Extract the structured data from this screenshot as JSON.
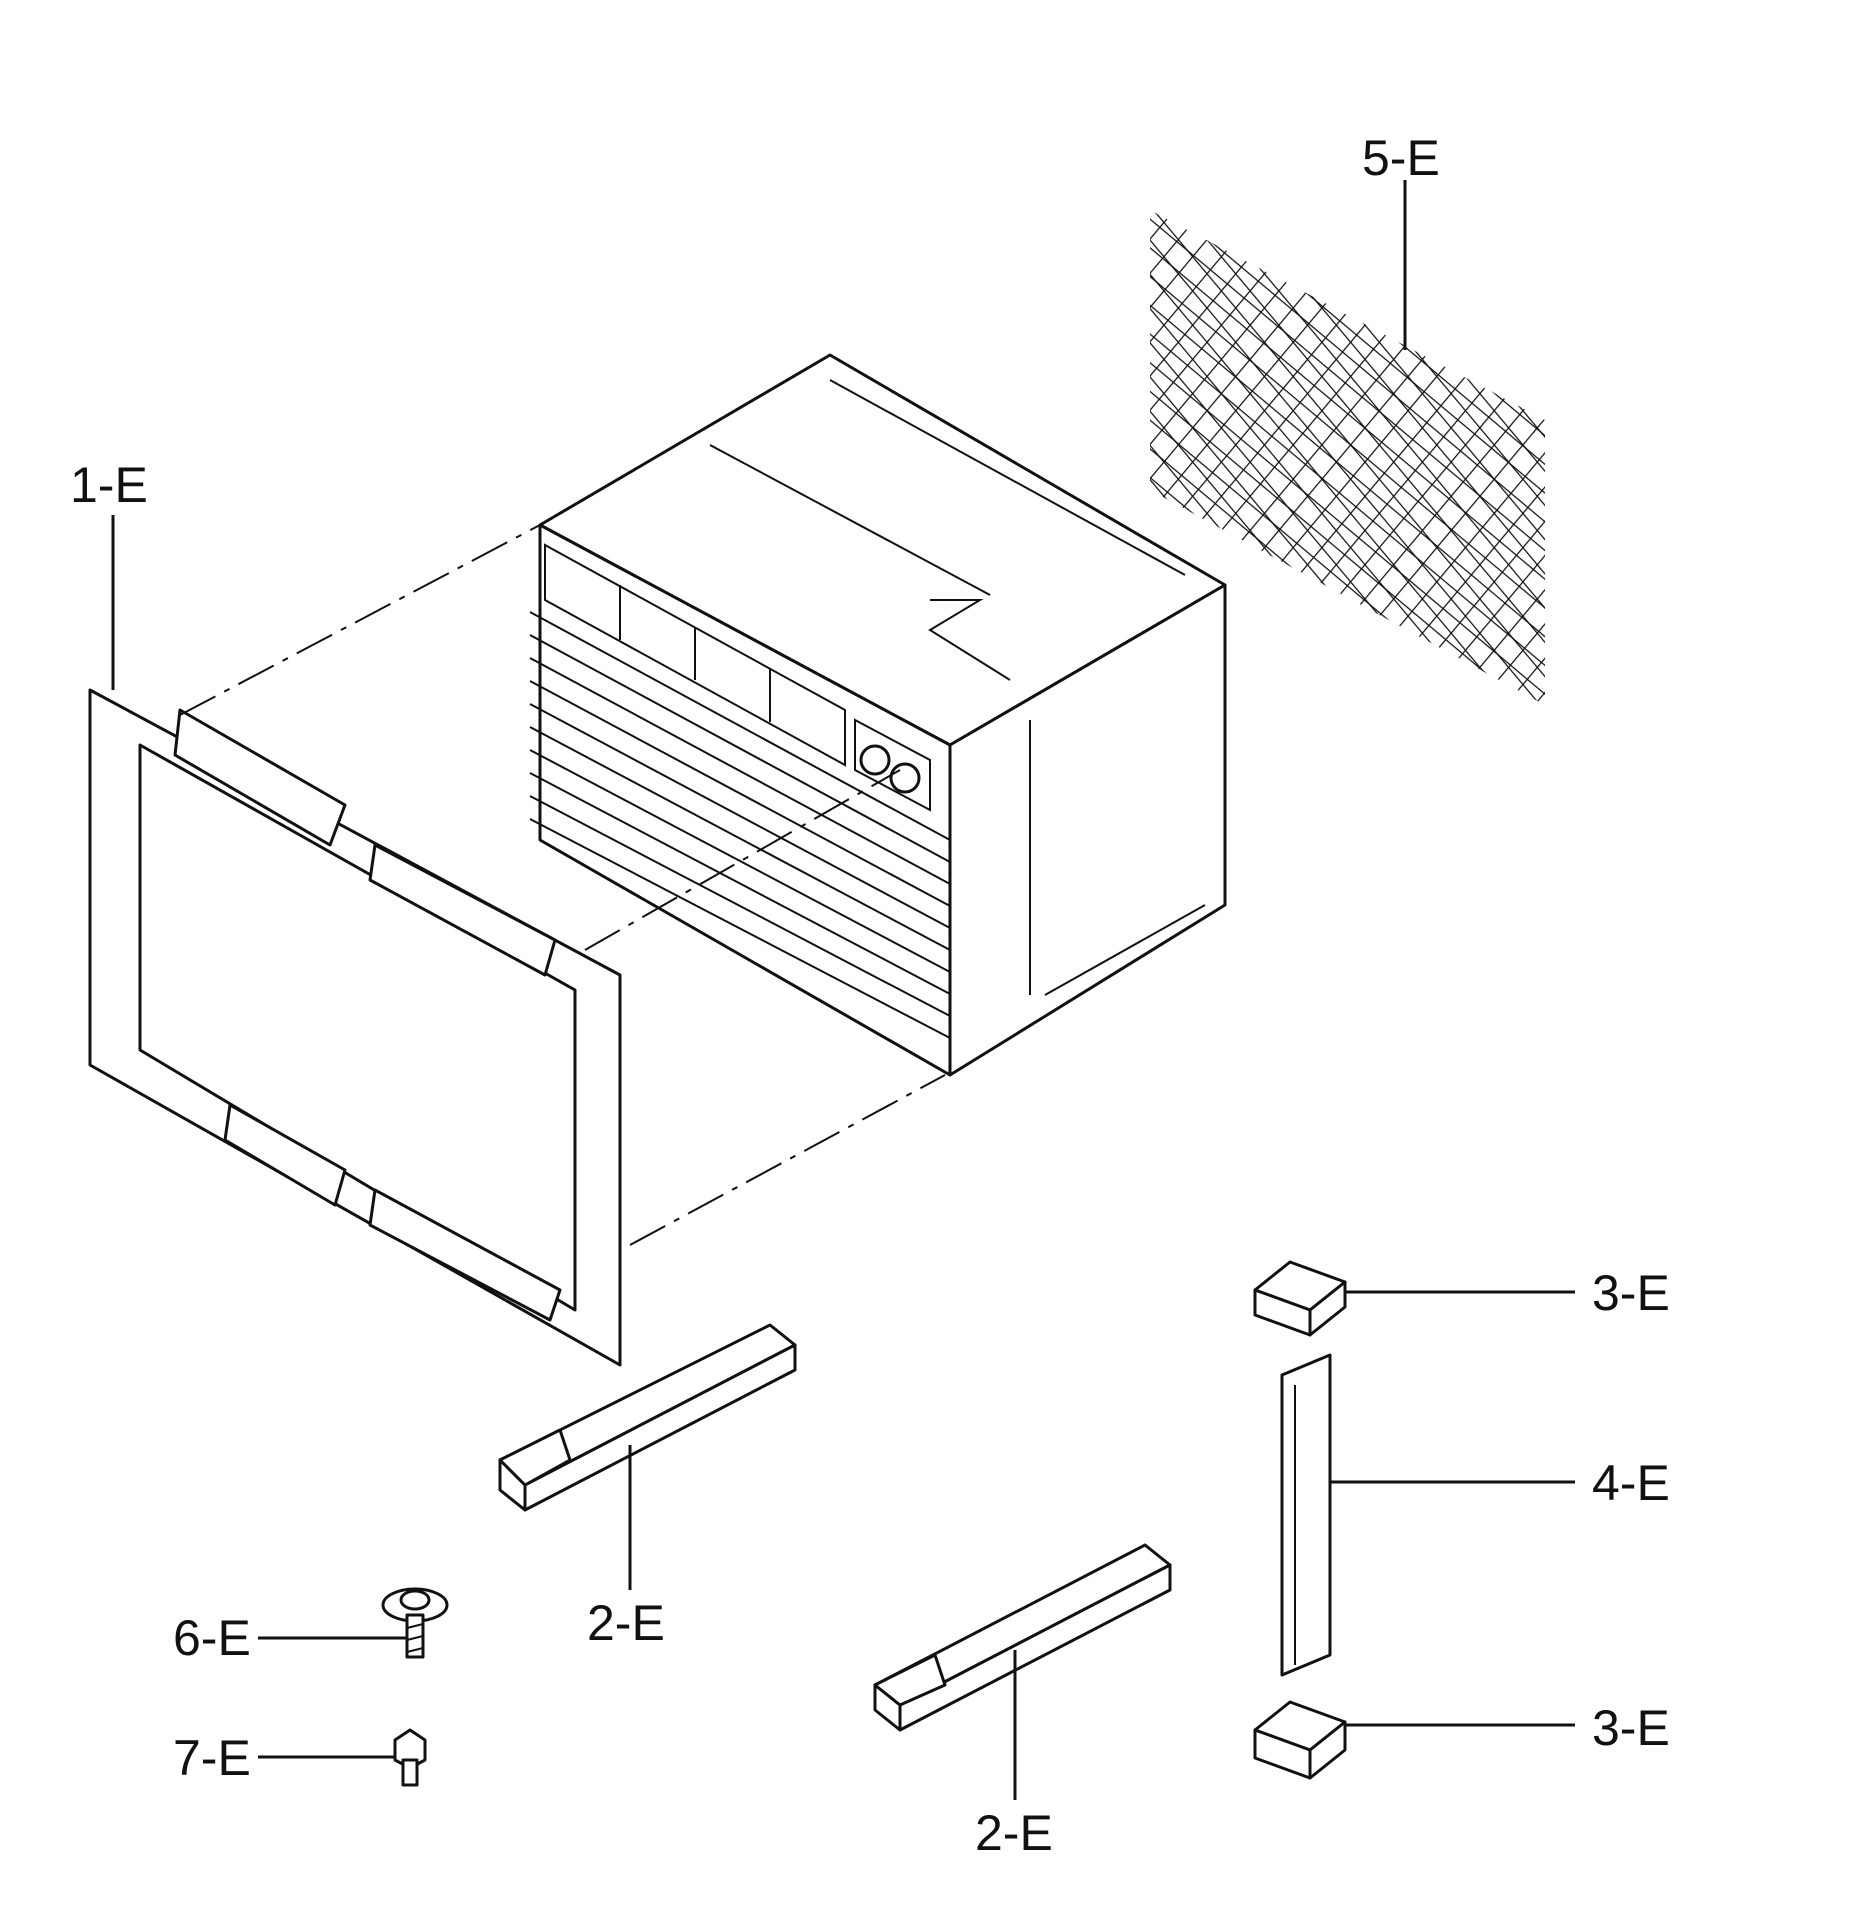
{
  "labels": {
    "part_1": "1-E",
    "part_2a": "2-E",
    "part_2b": "2-E",
    "part_3a": "3-E",
    "part_3b": "3-E",
    "part_4": "4-E",
    "part_5": "5-E",
    "part_6": "6-E",
    "part_7": "7-E"
  },
  "colors": {
    "ink": "#111111",
    "paper": "#ffffff"
  }
}
